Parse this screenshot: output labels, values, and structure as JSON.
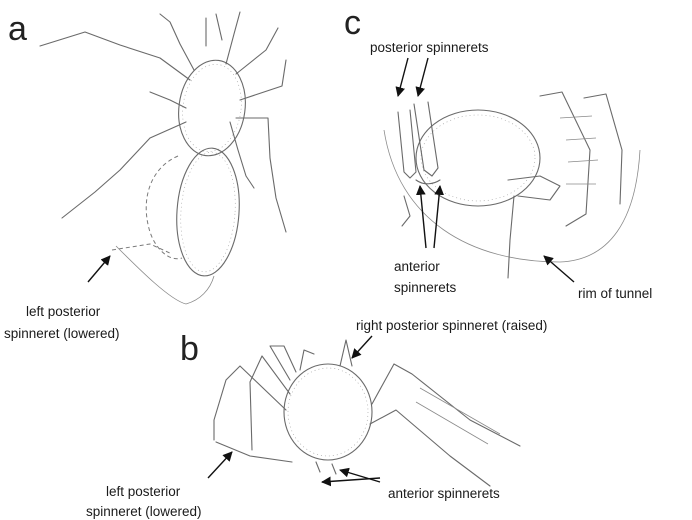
{
  "panels": {
    "a": {
      "letter": "a",
      "labels": {
        "left_posterior_line1": "left posterior",
        "left_posterior_line2": "spinneret  (lowered)"
      }
    },
    "b": {
      "letter": "b",
      "labels": {
        "right_posterior": "right posterior spinneret (raised)",
        "left_posterior_line1": "left posterior",
        "left_posterior_line2": "spinneret (lowered)",
        "anterior": "anterior spinnerets"
      }
    },
    "c": {
      "letter": "c",
      "labels": {
        "posterior": "posterior spinnerets",
        "anterior_line1": "anterior",
        "anterior_line2": "spinnerets",
        "rim": "rim of  tunnel"
      }
    }
  },
  "colors": {
    "line_art": "#6a6a6a",
    "label_text": "#1a1a1a",
    "arrows": "#111111",
    "background": "#ffffff"
  }
}
